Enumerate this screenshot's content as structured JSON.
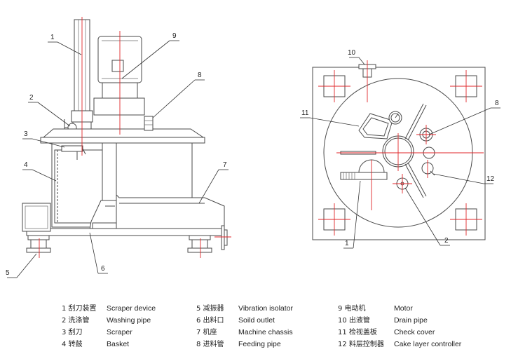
{
  "callouts": {
    "side": [
      "1",
      "2",
      "3",
      "4",
      "5",
      "6",
      "7",
      "8",
      "9"
    ],
    "top": [
      "10",
      "11",
      "8",
      "12",
      "1",
      "2"
    ]
  },
  "legend": {
    "col1": [
      {
        "zh": "1 刮刀装置",
        "en": "Scraper device"
      },
      {
        "zh": "2 洗涤管",
        "en": "Washing pipe"
      },
      {
        "zh": "3 刮刀",
        "en": "Scraper"
      },
      {
        "zh": "4 转鼓",
        "en": "Basket"
      }
    ],
    "col2": [
      {
        "zh": "5 减振器",
        "en": "Vibration isolator"
      },
      {
        "zh": "6 出料口",
        "en": "Soild outlet"
      },
      {
        "zh": "7 机座",
        "en": "Machine chassis"
      },
      {
        "zh": "8 进料管",
        "en": "Feeding pipe"
      }
    ],
    "col3": [
      {
        "zh": "9 电动机",
        "en": "Motor"
      },
      {
        "zh": "10 出液管",
        "en": "Drain pipe"
      },
      {
        "zh": "11 检视盖板",
        "en": "Check cover"
      },
      {
        "zh": "12 料层控制器",
        "en": "Cake layer controller"
      }
    ]
  },
  "colors": {
    "line": "#4a4a4a",
    "centerline": "#e0262a",
    "text": "#222222"
  }
}
